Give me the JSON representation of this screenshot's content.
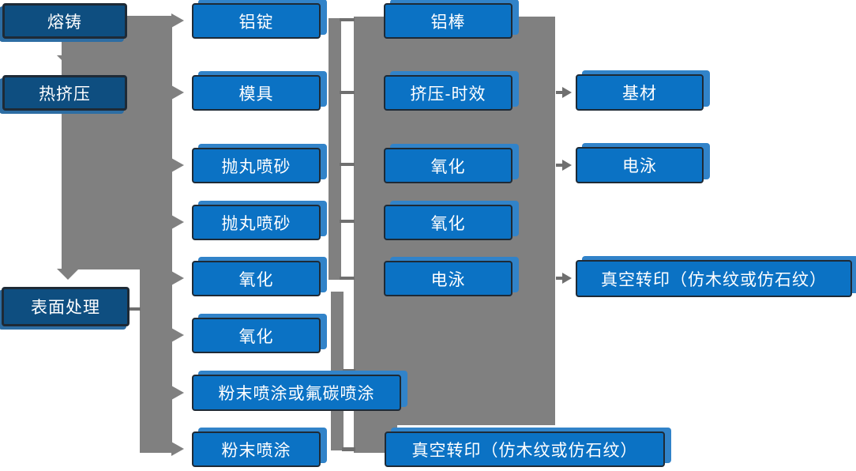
{
  "nodes": {
    "rongzhu": {
      "label": "熔铸"
    },
    "rejiya": {
      "label": "热挤压"
    },
    "biaomian": {
      "label": "表面处理"
    },
    "lyuding": {
      "label": "铝锭"
    },
    "moju": {
      "label": "模具"
    },
    "paowan1": {
      "label": "抛丸喷砂"
    },
    "paowan2": {
      "label": "抛丸喷砂"
    },
    "yanghua1": {
      "label": "氧化"
    },
    "yanghua2": {
      "label": "氧化"
    },
    "fentan": {
      "label": "粉末喷涂或氟碳喷涂"
    },
    "fenmo": {
      "label": "粉末喷涂"
    },
    "lyubang": {
      "label": "铝棒"
    },
    "jiya": {
      "label": "挤压-时效"
    },
    "yanghua3": {
      "label": "氧化"
    },
    "yanghua4": {
      "label": "氧化"
    },
    "dianyong1": {
      "label": "电泳"
    },
    "zhenkong1": {
      "label": "真空转印（仿木纹或仿石纹）"
    },
    "jicai": {
      "label": "基材"
    },
    "dianyong2": {
      "label": "电泳"
    },
    "zhenkong2": {
      "label": "真空转印（仿木纹或仿石纹）"
    }
  },
  "connections": [
    {
      "from": "熔铸",
      "to": "热挤压",
      "type": "down-arrow"
    },
    {
      "from": "热挤压",
      "to": "表面处理",
      "type": "down-arrow"
    },
    {
      "from": "熔铸/热挤压 trunk",
      "to": "铝锭",
      "type": "right-arrow"
    },
    {
      "from": "熔铸/热挤压 trunk",
      "to": "模具",
      "type": "right-arrow"
    },
    {
      "from": "熔铸/热挤压 trunk",
      "to": "抛丸喷砂",
      "type": "right-arrow"
    },
    {
      "from": "熔铸/热挤压 trunk",
      "to": "抛丸喷砂",
      "type": "right-arrow"
    },
    {
      "from": "表面处理 trunk",
      "to": "氧化",
      "type": "right-arrow"
    },
    {
      "from": "表面处理 trunk",
      "to": "氧化",
      "type": "right-arrow"
    },
    {
      "from": "表面处理 trunk",
      "to": "粉末喷涂或氟碳喷涂",
      "type": "right-arrow"
    },
    {
      "from": "表面处理 trunk",
      "to": "粉末喷涂",
      "type": "right-arrow"
    },
    {
      "from": "铝锭",
      "to": "铝棒",
      "type": "bus-link"
    },
    {
      "from": "模具",
      "to": "挤压-时效",
      "type": "bus-link"
    },
    {
      "from": "抛丸喷砂",
      "to": "氧化",
      "type": "bus-link"
    },
    {
      "from": "抛丸喷砂",
      "to": "氧化",
      "type": "bus-link"
    },
    {
      "from": "氧化",
      "to": "电泳",
      "type": "bus-link"
    },
    {
      "from": "粉末喷涂",
      "to": "真空转印（仿木纹或仿石纹）",
      "type": "bus-link"
    },
    {
      "from": "挤压-时效",
      "to": "基材",
      "type": "right-arrow"
    },
    {
      "from": "氧化",
      "to": "电泳",
      "type": "right-arrow"
    },
    {
      "from": "电泳",
      "to": "真空转印（仿木纹或仿石纹）",
      "type": "right-arrow"
    }
  ],
  "colors": {
    "stage_fill": "#0e4e80",
    "step_fill": "#0b72c4",
    "box_border": "#1e2a36",
    "step_shadow": "#3183c9",
    "stage_shadow": "#2d6da3",
    "connector": "#808080",
    "stub": "#6f6f6f",
    "text": "#ffffff",
    "background": "#ffffff"
  }
}
